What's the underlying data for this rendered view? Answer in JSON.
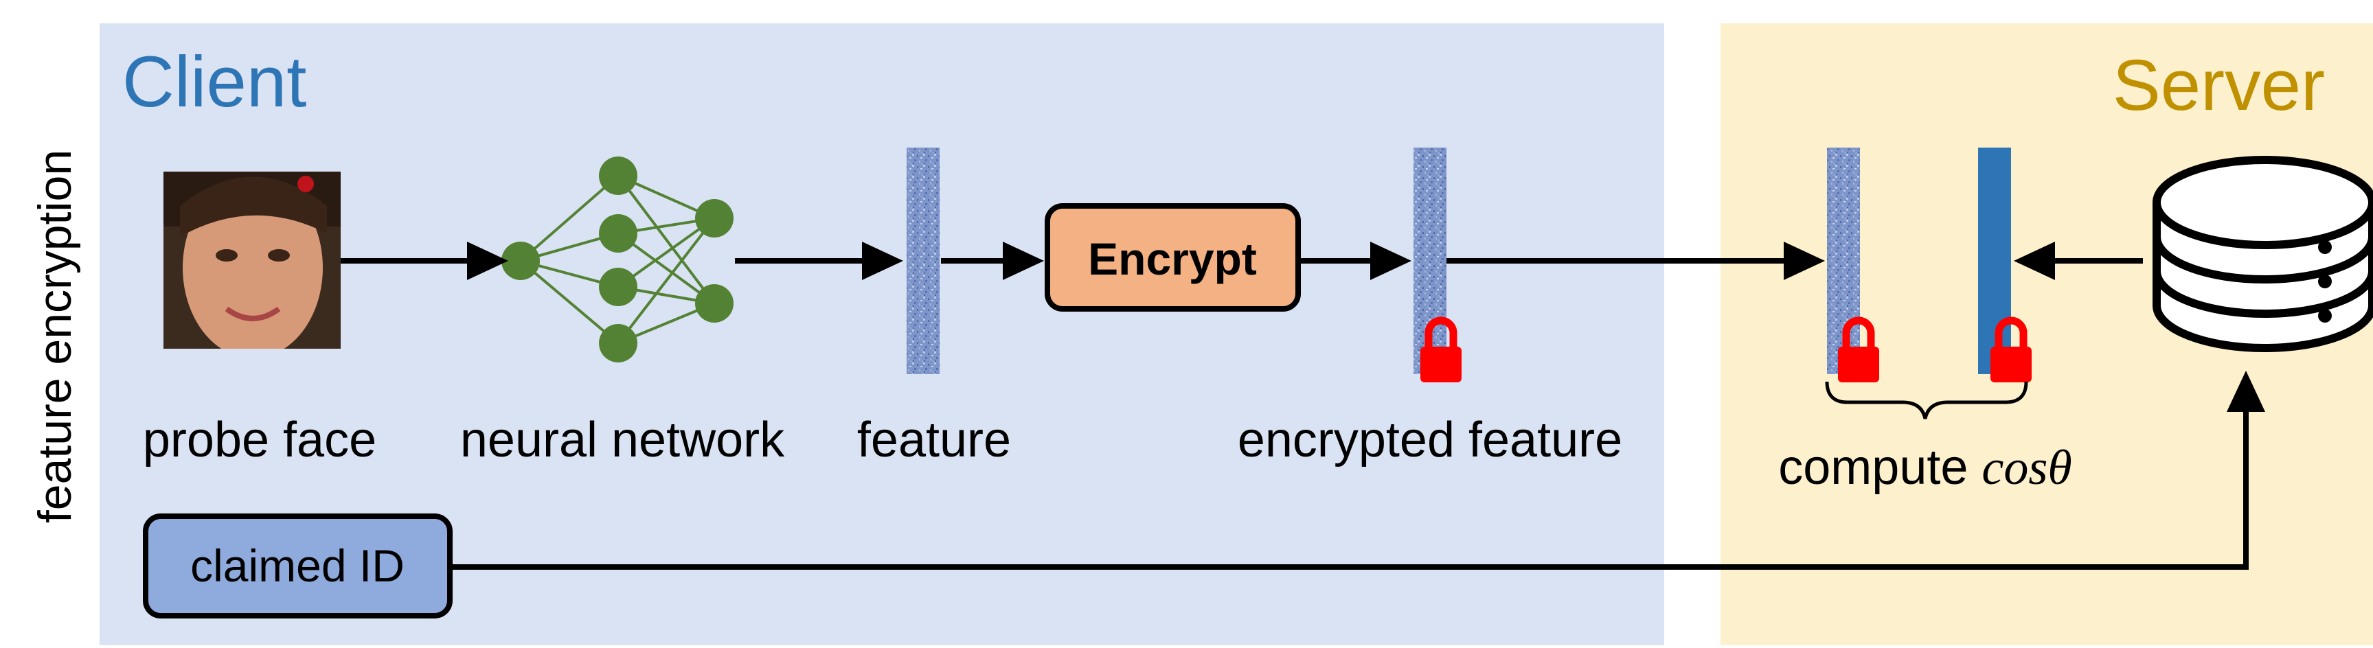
{
  "side_label": "feature encryption",
  "client": {
    "title": "Client",
    "labels": {
      "probe_face": "probe face",
      "neural_network": "neural network",
      "feature": "feature",
      "encrypted_feature": "encrypted feature"
    },
    "encrypt_button": "Encrypt",
    "claimed_id_button": "claimed ID"
  },
  "server": {
    "title": "Server",
    "compute_prefix": "compute ",
    "compute_formula": "cosθ"
  },
  "icons": [
    "face-photo",
    "neural-network-icon",
    "lock-icon",
    "database-icon",
    "brace"
  ],
  "colors": {
    "client_panel": "#dae3f3",
    "server_panel": "#fdf0cc",
    "client_title": "#2e75b6",
    "server_title": "#bf9000",
    "network_node": "#548235",
    "encrypt_box": "#f4b183",
    "claimed_id_box": "#8faadc",
    "vector_blue": "#2e75b6",
    "lock_red": "#ff0000"
  }
}
